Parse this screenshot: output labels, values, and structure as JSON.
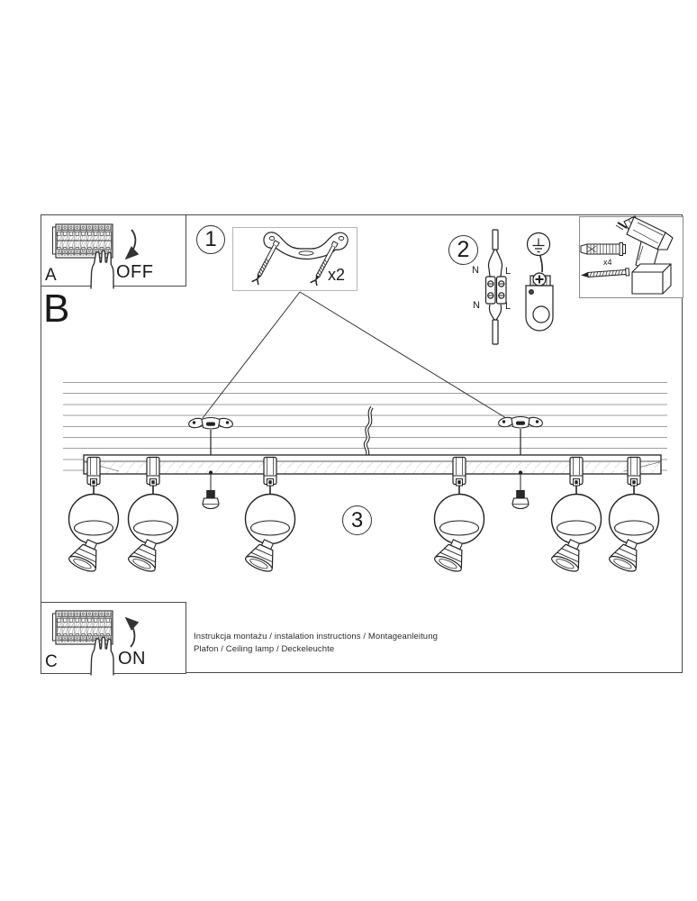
{
  "document": {
    "footer_line1": "Instrukcja montażu / instalation instructions / Montageanleitung",
    "footer_line2": "Plafon / Ceiling lamp / Deckeleuchte"
  },
  "sections": {
    "power_off": {
      "label": "A",
      "action": "OFF"
    },
    "installation": {
      "label": "B"
    },
    "power_on": {
      "label": "C",
      "action": "ON"
    }
  },
  "steps": {
    "step1": "1",
    "step2": "2",
    "step3": "3"
  },
  "quantities": {
    "bracket_screws": "x2",
    "wall_anchors": "x4"
  },
  "wiring_labels": {
    "top_neutral": "N",
    "top_live": "L",
    "bottom_neutral": "N",
    "bottom_live": "L"
  },
  "colors": {
    "background": "#ffffff",
    "line_art": "#222222",
    "frame_border": "#4a4a4a",
    "ceiling_hatch": "#9f9f9f",
    "light_box_border": "#b5b5b5"
  }
}
